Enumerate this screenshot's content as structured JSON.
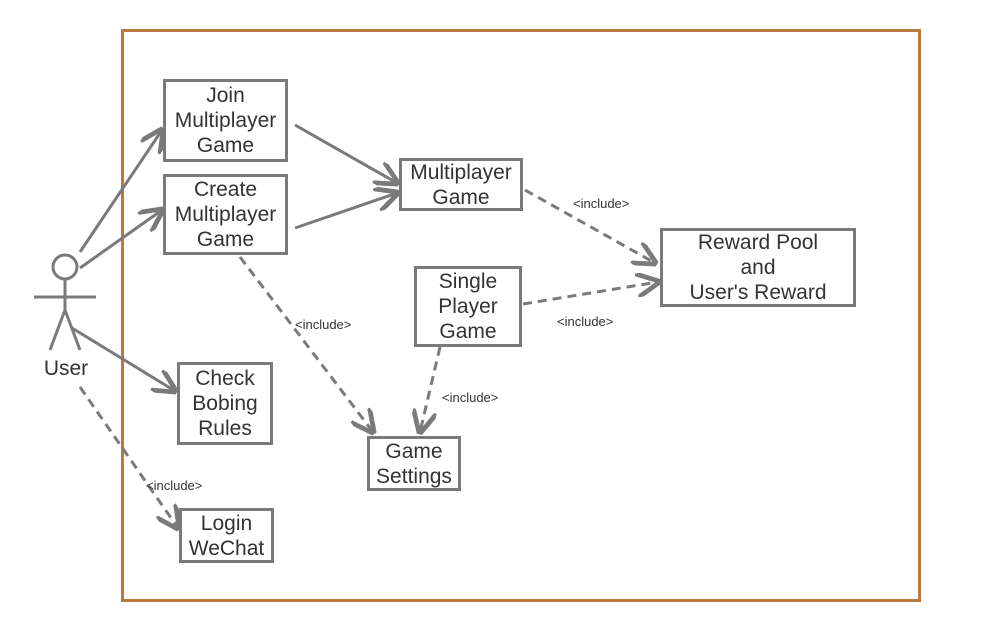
{
  "actor": {
    "label": "User",
    "icon": "stick-figure-icon"
  },
  "use_cases": {
    "join_multiplayer": "Join\nMultiplayer\nGame",
    "create_multiplayer": "Create\nMultiplayer\nGame",
    "multiplayer_game": "Multiplayer\nGame",
    "reward_pool": "Reward Pool\nand\nUser's Reward",
    "single_player": "Single\nPlayer\nGame",
    "check_rules": "Check\nBobing\nRules",
    "game_settings": "Game\nSettings",
    "login_wechat": "Login\nWeChat"
  },
  "edge_labels": {
    "multi_to_reward": "<include>",
    "single_to_reward": "<include>",
    "create_to_settings": "<include>",
    "single_to_settings": "<include>",
    "user_to_login": "<include>"
  },
  "colors": {
    "line": "#7a7a7a",
    "system_border": "#b87a3e",
    "text": "#333333"
  }
}
